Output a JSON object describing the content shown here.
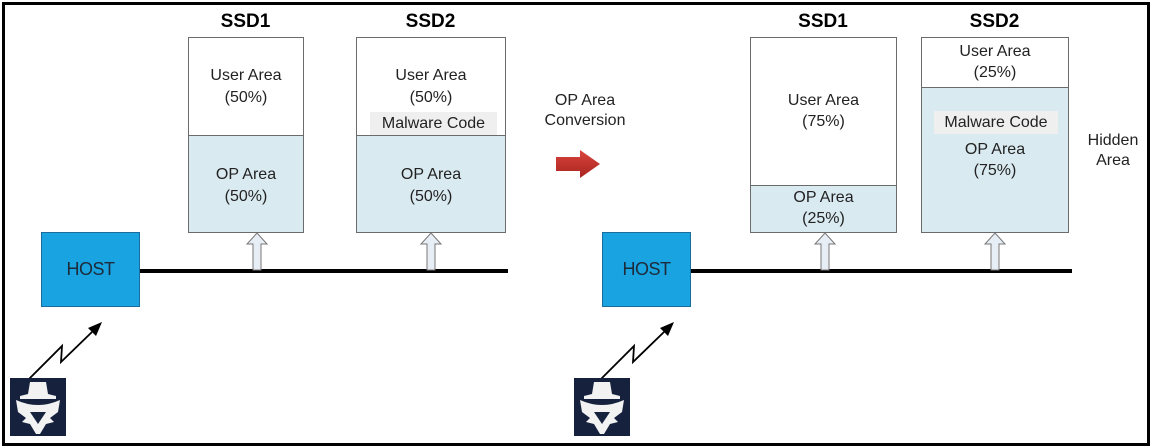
{
  "before": {
    "ssd1": {
      "title": "SSD1",
      "user_area": "User Area",
      "user_pct": "(50%)",
      "op_area": "OP Area",
      "op_pct": "(50%)",
      "user_fraction": 0.5
    },
    "ssd2": {
      "title": "SSD2",
      "user_area": "User Area",
      "user_pct": "(50%)",
      "malware": "Malware Code",
      "op_area": "OP Area",
      "op_pct": "(50%)",
      "user_fraction": 0.5
    },
    "host": "HOST"
  },
  "transition": {
    "line1": "OP Area",
    "line2": "Conversion"
  },
  "after": {
    "ssd1": {
      "title": "SSD1",
      "user_area": "User Area",
      "user_pct": "(75%)",
      "op_area": "OP Area",
      "op_pct": "(25%)",
      "user_fraction": 0.75
    },
    "ssd2": {
      "title": "SSD2",
      "user_area": "User Area",
      "user_pct": "(25%)",
      "malware": "Malware Code",
      "op_area": "OP Area",
      "op_pct": "(75%)",
      "user_fraction": 0.25
    },
    "host": "HOST",
    "hidden_label": {
      "line1": "Hidden",
      "line2": "Area"
    }
  },
  "colors": {
    "host_fill": "#19a3e0",
    "op_fill": "#daeaf1",
    "arrow_red": "#c0302b",
    "malware_bg": "#efefef"
  }
}
